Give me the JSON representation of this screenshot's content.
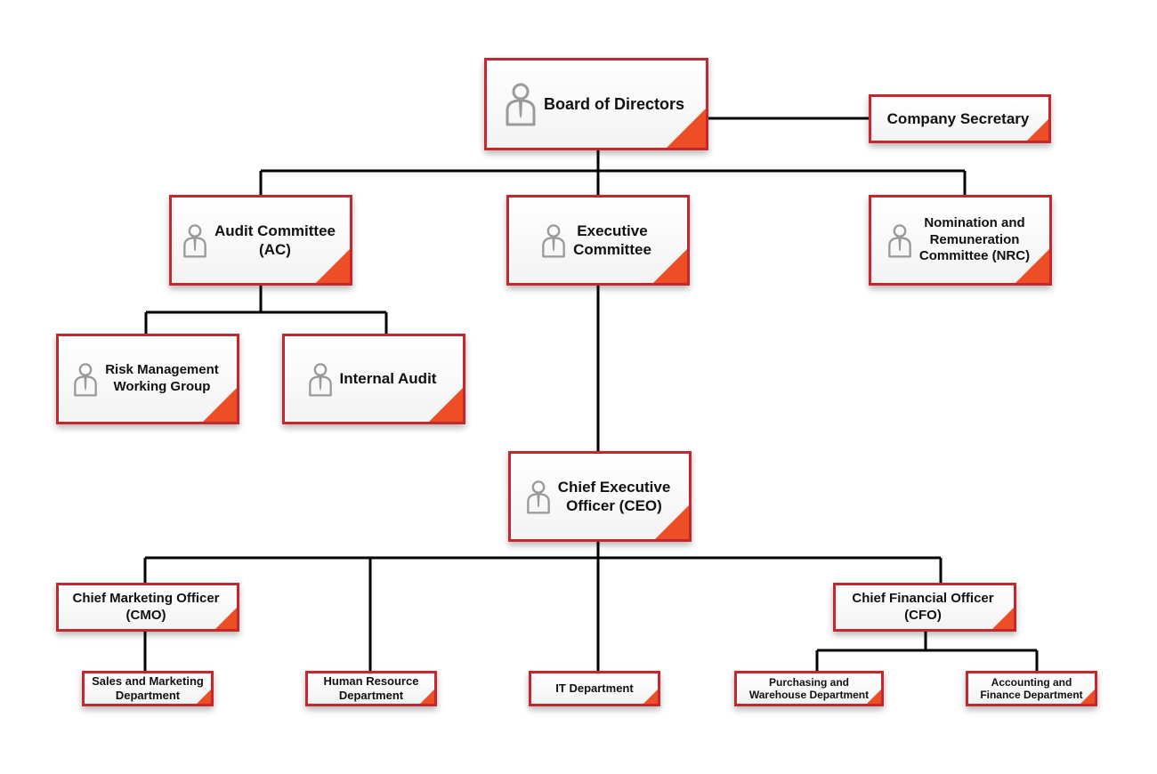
{
  "colors": {
    "border": "#c4282f",
    "corner": "#ee4e26",
    "line": "#000000",
    "icon": "#9a9a9a"
  },
  "nodes": {
    "board_of_directors": "Board of Directors",
    "company_secretary": "Company Secretary",
    "audit_committee": "Audit Committee\n(AC)",
    "executive_committee": "Executive\nCommittee",
    "nomination_remuneration_committee": "Nomination and\nRemuneration\nCommittee (NRC)",
    "risk_management_working_group": "Risk Management\nWorking Group",
    "internal_audit": "Internal Audit",
    "chief_executive_officer": "Chief Executive\nOfficer (CEO)",
    "chief_marketing_officer": "Chief Marketing Officer\n(CMO)",
    "chief_financial_officer": "Chief Financial Officer\n(CFO)",
    "sales_marketing_department": "Sales and Marketing\nDepartment",
    "human_resource_department": "Human Resource\nDepartment",
    "it_department": "IT Department",
    "purchasing_warehouse_department": "Purchasing and\nWarehouse Department",
    "accounting_finance_department": "Accounting and\nFinance Department"
  },
  "icon_name": "person-icon"
}
